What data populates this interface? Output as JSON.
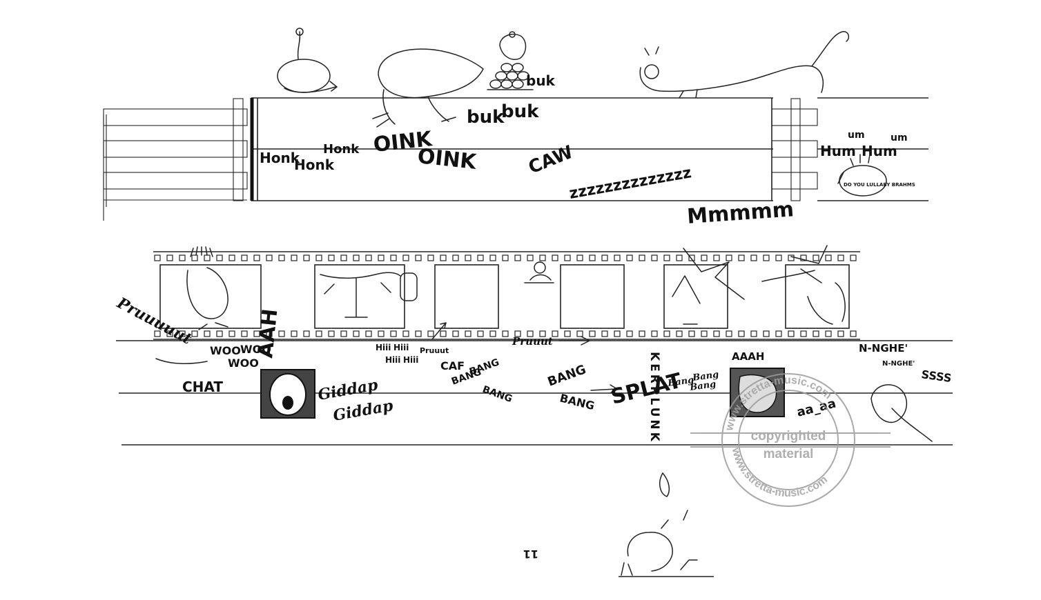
{
  "top_system": {
    "sounds": {
      "honk1": "Honk",
      "honk2": "Honk",
      "honk3": "Honk",
      "oink1": "OINK",
      "oink2": "OINK",
      "buk1": "buk",
      "buk2": "buk",
      "buk3": "buk",
      "caw": "CAW",
      "zzz": "zzzzzzzzzzzzzz",
      "moo": "Mmmmm",
      "hum1": "Hum",
      "hum2": "Hum",
      "hum_um1": "um",
      "hum_um2": "um",
      "hum_caption": "DO YOU LULLABY BRAHMS"
    }
  },
  "bottom_system": {
    "sounds": {
      "pruuut": "Pruuuuut",
      "chat": "CHAT",
      "woo1": "WOO",
      "woo2": "WOO",
      "woo3": "WOO",
      "aah": "AAH",
      "giddap1": "Giddap",
      "giddap2": "Giddap",
      "hiii1": "Hiii",
      "hiii2": "Hiii",
      "hiii3": "Hiii",
      "hiii4": "Hiii",
      "pruuut_small": "Pruuut",
      "caf": "CAF",
      "bang1": "BANG",
      "bang2": "BANG",
      "bang3": "BANG",
      "bang4": "BANG",
      "bang5": "BANG",
      "pruuut_mid": "Pruuut",
      "splat": "SPLAT",
      "kerplunk": "KERPLUNK",
      "bang_bang1": "Bang",
      "bang_bang2": "Bang",
      "bang_bang3": "Bang",
      "aaah": "AAAH",
      "aaah2": "aa_aa",
      "nnghe1": "N-NGHE'",
      "nnghe2": "N-NGHE'",
      "sss": "SSSS"
    }
  },
  "page_number": "11",
  "watermark": {
    "ring_text_top": "www.stretta-music.com",
    "ring_text_bottom": "www.stretta-music.com",
    "line1": "copyrighted",
    "line2": "material"
  },
  "colors": {
    "ink": "#111111",
    "paper": "#ffffff",
    "stamp": "#a0a0a0"
  }
}
